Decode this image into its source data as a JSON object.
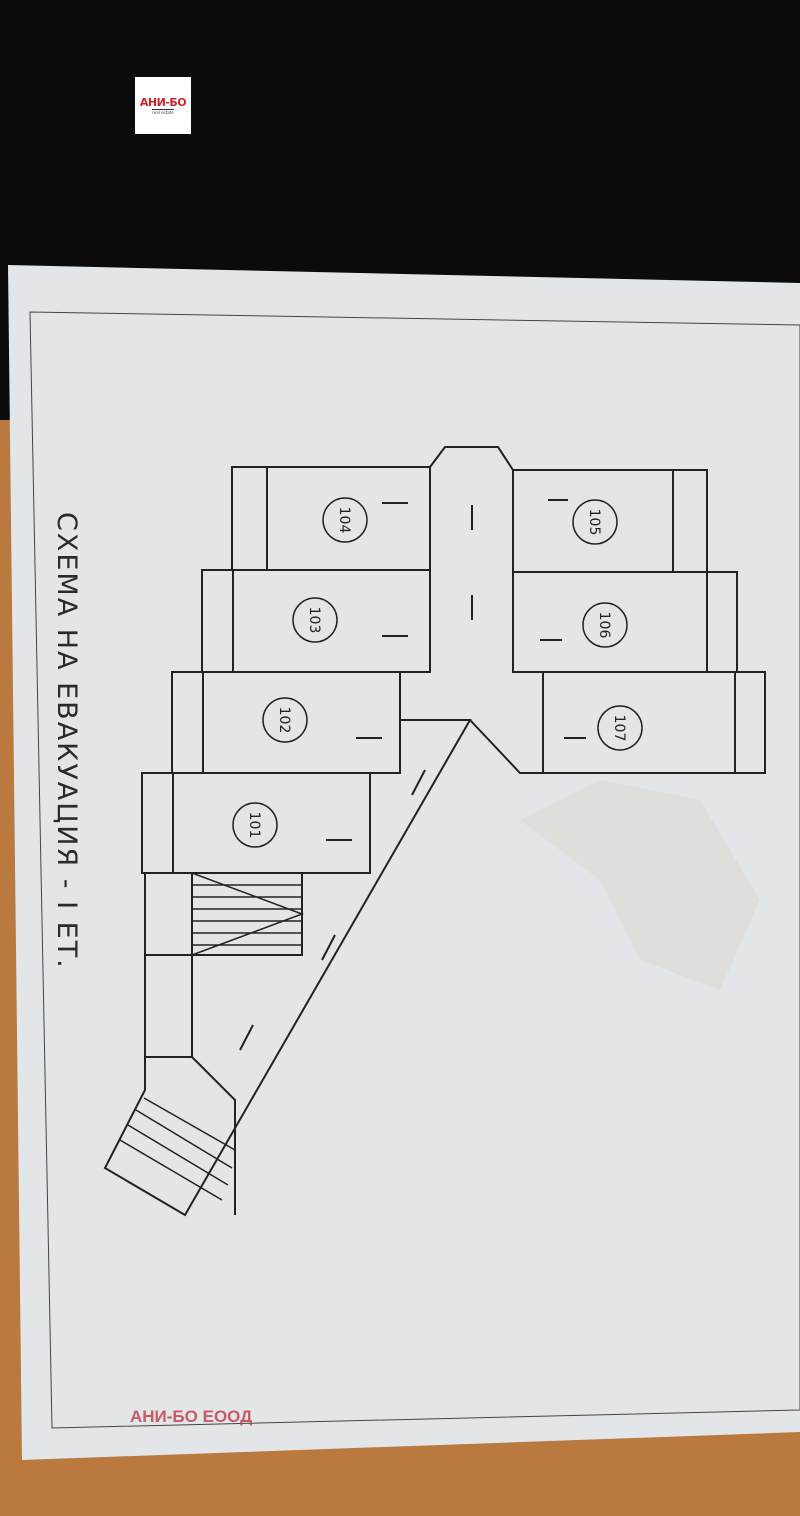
{
  "logo": {
    "text": "АНИ-БО",
    "subtitle": "real estate"
  },
  "plan": {
    "title": "СХЕМА НА ЕВАКУАЦИЯ - I ЕТ.",
    "rooms": [
      "101",
      "102",
      "103",
      "104",
      "105",
      "106",
      "107"
    ]
  },
  "watermark": "АНИ-БО ЕООД",
  "colors": {
    "paper": "#e3e6e9",
    "ink": "#222222",
    "floor": "#b9793f",
    "watermark": "#c0454f"
  }
}
